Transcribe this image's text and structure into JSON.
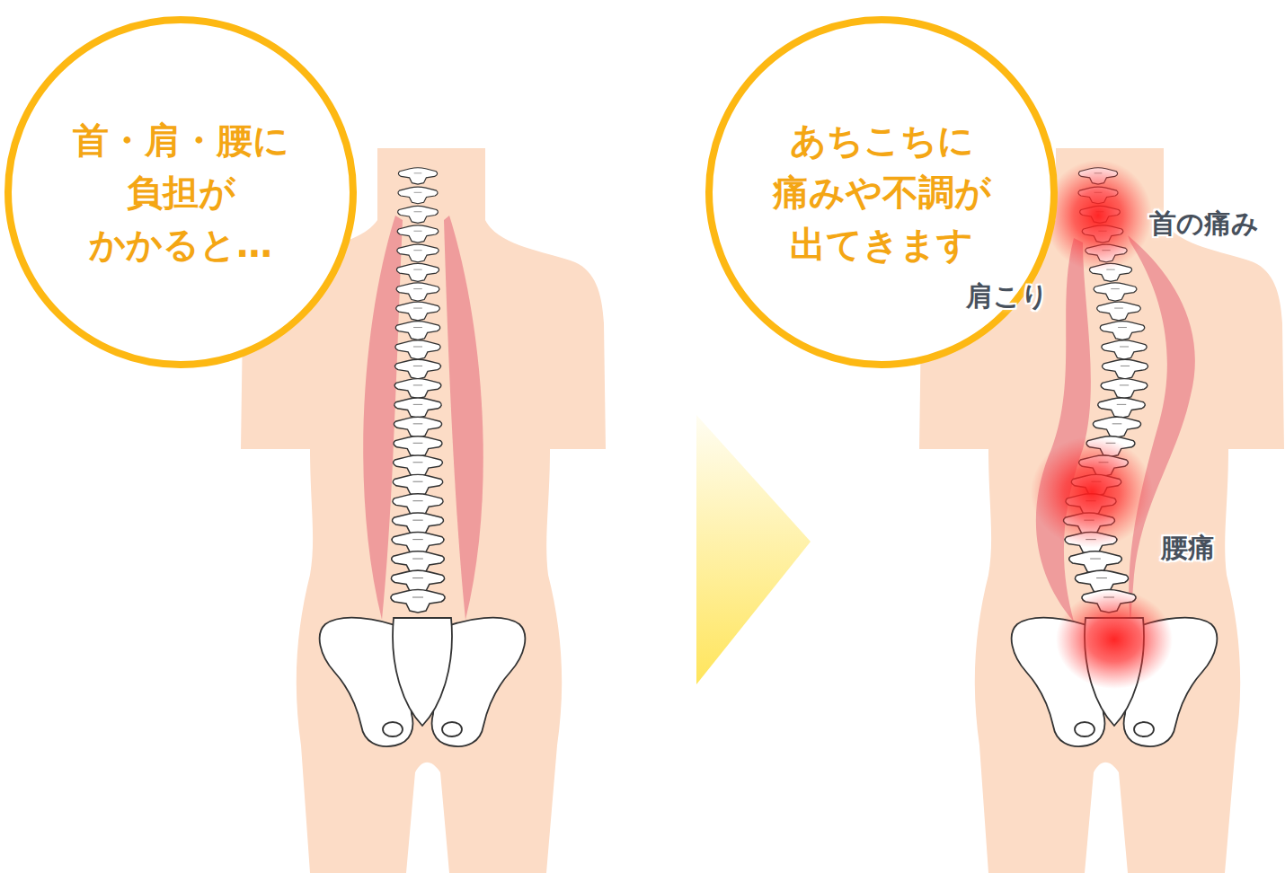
{
  "diagram": {
    "nodes": [
      {
        "text": [
          "首・肩・腰に 負担が かかると…"
        ]
      },
      {
        "text": [
          "あちこちに 痛みや不調が 出てきます"
        ]
      }
    ],
    "labels": [
      "首の痛み",
      "肩こり",
      "腰痛"
    ]
  }
}
